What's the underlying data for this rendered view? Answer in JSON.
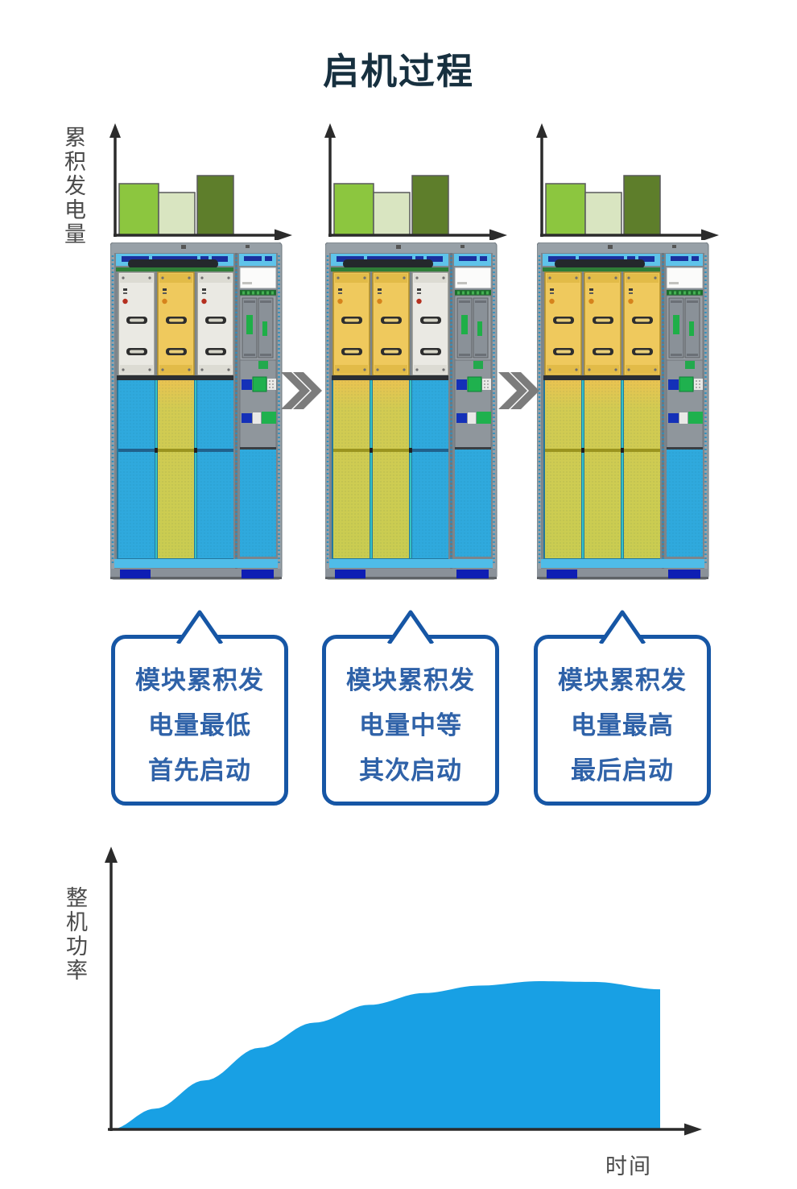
{
  "title": "启机过程",
  "top_section": {
    "axis_label": "累积发电量"
  },
  "bottom_chart": {
    "ylabel": "整机功率",
    "xlabel": "时间"
  },
  "chevron": {
    "name": "double-chevron-right",
    "glyph": "»"
  },
  "callouts": [
    {
      "lines": [
        "模块累积发",
        "电量最低",
        "首先启动"
      ]
    },
    {
      "lines": [
        "模块累积发",
        "电量中等",
        "其次启动"
      ]
    },
    {
      "lines": [
        "模块累积发",
        "电量最高",
        "最后启动"
      ]
    }
  ],
  "cabinets": [
    {
      "active_modules": [
        false,
        true,
        false
      ]
    },
    {
      "active_modules": [
        true,
        true,
        false
      ]
    },
    {
      "active_modules": [
        true,
        true,
        true
      ]
    }
  ],
  "chart_data": [
    {
      "type": "bar",
      "ylabel": "累积发电量",
      "xlabel": "",
      "categories": [
        "left-module",
        "middle-module",
        "right-module"
      ],
      "values_norm": [
        0.46,
        0.38,
        0.53
      ],
      "bar_colors": [
        "#8CC63F",
        "#D9E5C1",
        "#5E7E2B"
      ],
      "repeat_count": 3,
      "grid": false,
      "legend": false
    },
    {
      "type": "area",
      "ylabel": "整机功率",
      "xlabel": "时间",
      "x_norm": [
        0,
        0.08,
        0.17,
        0.27,
        0.37,
        0.47,
        0.57,
        0.67,
        0.78,
        0.88,
        1
      ],
      "y_norm": [
        0,
        0.14,
        0.33,
        0.55,
        0.72,
        0.84,
        0.92,
        0.97,
        1,
        0.995,
        0.945
      ],
      "fill": "#18A0E4",
      "grid": false,
      "legend": false
    }
  ],
  "colors": {
    "title": "#17303F",
    "axis": "#2B2B2B",
    "axis_label": "#4A4A4A",
    "callout_border": "#1656A5",
    "callout_text": "#2F62A8",
    "area_fill": "#18A0E4",
    "chevron": "#7C7C7C",
    "module_active": "#EFC95D",
    "module_inactive": "#EAE9E3",
    "mesh_active": "#C9CC51",
    "mesh_inactive": "#2FA9DD",
    "cabinet_frame": "#97A0A7",
    "foot_blue": "#0E1EB4"
  }
}
